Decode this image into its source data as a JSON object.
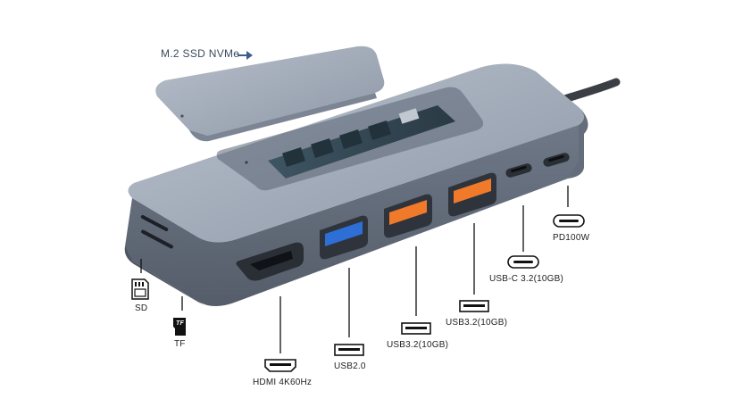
{
  "product": {
    "ssd_label": "M.2 SSD NVMe",
    "ports": [
      {
        "key": "sd",
        "label": "SD",
        "icon": "sd-card-icon"
      },
      {
        "key": "tf",
        "label": "TF",
        "icon": "tf-card-icon",
        "icon_text": "TF"
      },
      {
        "key": "hdmi",
        "label": "HDMI 4K60Hz",
        "icon": "hdmi-port-icon"
      },
      {
        "key": "usb20",
        "label": "USB2.0",
        "icon": "usb-a-port-icon"
      },
      {
        "key": "usb32a",
        "label": "USB3.2(10GB)",
        "icon": "usb-a-port-icon"
      },
      {
        "key": "usb32b",
        "label": "USB3.2(10GB)",
        "icon": "usb-a-port-icon"
      },
      {
        "key": "usbc",
        "label": "USB-C 3.2(10GB)",
        "icon": "usb-c-port-icon"
      },
      {
        "key": "pd",
        "label": "PD100W",
        "icon": "usb-c-port-icon"
      }
    ]
  },
  "colors": {
    "hub_body": "#8f9aab",
    "hub_top": "#a7b1bf",
    "usb2_blue": "#2d6fd6",
    "usb3_orange": "#f07a2a",
    "label_title": "#3c4a5e"
  }
}
